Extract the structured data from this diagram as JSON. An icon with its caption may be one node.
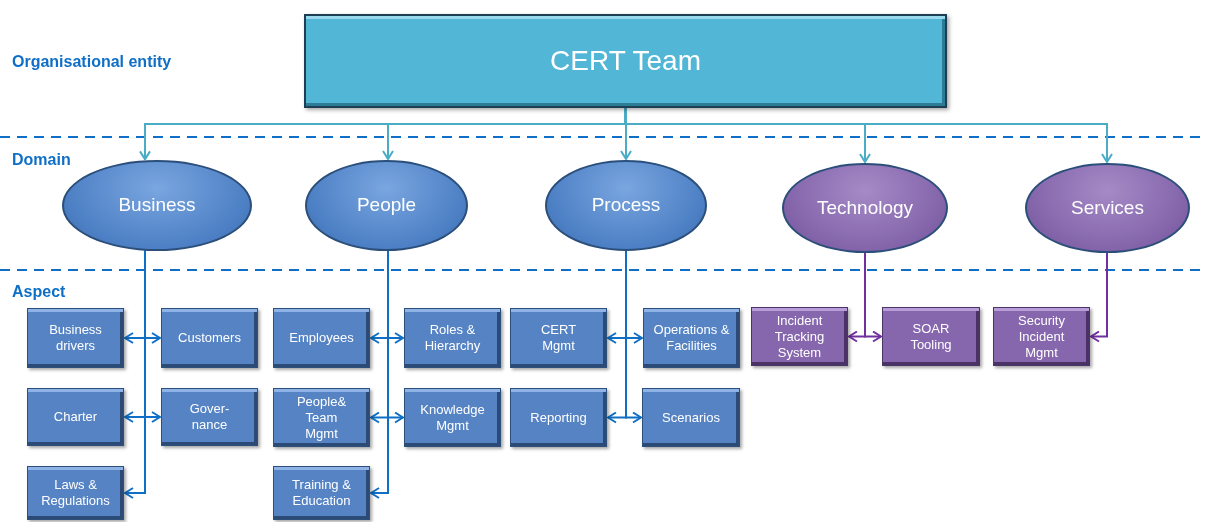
{
  "diagram": {
    "nodes": [
      {
        "text": [
          "CERT Team"
        ]
      },
      {
        "text": [
          "Business"
        ]
      },
      {
        "text": [
          "People"
        ]
      },
      {
        "text": [
          "Process"
        ]
      },
      {
        "text": [
          "Technology"
        ]
      },
      {
        "text": [
          "Services"
        ]
      },
      {
        "text": [
          "Business drivers"
        ]
      },
      {
        "text": [
          "Customers"
        ]
      },
      {
        "text": [
          "Charter"
        ]
      },
      {
        "text": [
          "Gover- nance"
        ]
      },
      {
        "text": [
          "Laws & Regulations"
        ]
      },
      {
        "text": [
          "Employees"
        ]
      },
      {
        "text": [
          "Roles & Hierarchy"
        ]
      },
      {
        "text": [
          "People& Team Mgmt"
        ]
      },
      {
        "text": [
          "Knowledge Mgmt"
        ]
      },
      {
        "text": [
          "Training & Education"
        ]
      },
      {
        "text": [
          "CERT Mgmt"
        ]
      },
      {
        "text": [
          "Operations & Facilities"
        ]
      },
      {
        "text": [
          "Reporting"
        ]
      },
      {
        "text": [
          "Scenarios"
        ]
      },
      {
        "text": [
          "Incident Tracking System"
        ]
      },
      {
        "text": [
          "SOAR Tooling"
        ]
      },
      {
        "text": [
          "Security Incident Mgmt"
        ]
      }
    ],
    "edges": [
      {
        "from": 0,
        "to": 1,
        "arrow": "to",
        "color": "#4bacc6"
      },
      {
        "from": 0,
        "to": 2,
        "arrow": "to",
        "color": "#4bacc6"
      },
      {
        "from": 0,
        "to": 3,
        "arrow": "to",
        "color": "#4bacc6"
      },
      {
        "from": 0,
        "to": 4,
        "arrow": "to",
        "color": "#4bacc6"
      },
      {
        "from": 0,
        "to": 5,
        "arrow": "to",
        "color": "#4bacc6"
      },
      {
        "from": 1,
        "to": 6,
        "arrow": "to"
      },
      {
        "from": 1,
        "to": 7,
        "arrow": "to"
      },
      {
        "from": 1,
        "to": 8,
        "arrow": "to"
      },
      {
        "from": 1,
        "to": 9,
        "arrow": "to"
      },
      {
        "from": 1,
        "to": 10,
        "arrow": "to"
      },
      {
        "from": 2,
        "to": 11,
        "arrow": "to"
      },
      {
        "from": 2,
        "to": 12,
        "arrow": "to"
      },
      {
        "from": 2,
        "to": 13,
        "arrow": "to"
      },
      {
        "from": 2,
        "to": 14,
        "arrow": "to"
      },
      {
        "from": 2,
        "to": 15,
        "arrow": "to"
      },
      {
        "from": 3,
        "to": 16,
        "arrow": "to"
      },
      {
        "from": 3,
        "to": 17,
        "arrow": "to"
      },
      {
        "from": 3,
        "to": 18,
        "arrow": "to"
      },
      {
        "from": 3,
        "to": 19,
        "arrow": "to"
      },
      {
        "from": 4,
        "to": 20,
        "arrow": "to",
        "color": "#7030a0"
      },
      {
        "from": 4,
        "to": 21,
        "arrow": "to",
        "color": "#7030a0"
      },
      {
        "from": 5,
        "to": 22,
        "arrow": "to",
        "color": "#7030a0"
      }
    ],
    "labels": [
      "Organisational entity",
      "Domain",
      "Aspect"
    ]
  }
}
